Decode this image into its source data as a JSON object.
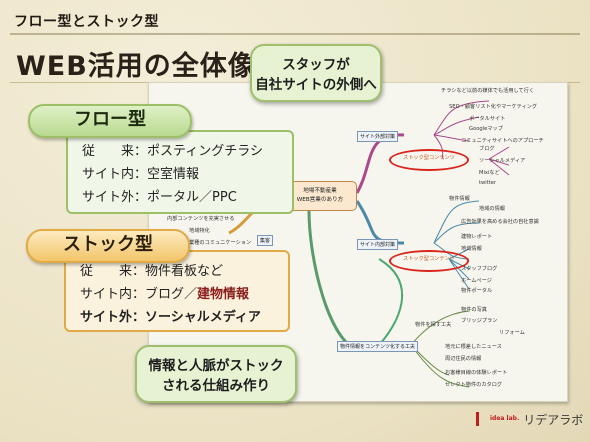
{
  "slide": {
    "label": "フロー型とストック型",
    "title": "WEB活用の全体像"
  },
  "mindmap": {
    "center": [
      "地場不動産業",
      "WEB営業のあり方"
    ],
    "branches": {
      "site_outside": "サイト外部対策",
      "site_inside": "サイト内部対策",
      "content_make": "物件情報をコンテンツ化する工夫",
      "inner_content": "内部コンテンツを充実させる",
      "content": "集客",
      "stock_content": "ストック型コンテンツ"
    },
    "top_items": [
      "チラシなど以前の媒体でも活用して行く",
      "SEO・顧客リスト化やマーケティング",
      "ポータルサイト",
      "Googleマップ",
      "コミュニティサイトへのアプローチ",
      "ブログ",
      "ソーシャルメディア",
      "Mixiなど",
      "twitter"
    ],
    "mid_items": [
      "物件情報",
      "地域の情報",
      "広告効果を高める会社の自社意識",
      "建物レポート",
      "地域情報",
      "スタッフブログ",
      "ホームページ",
      "物件ポータル"
    ],
    "bottom_items": [
      "物件を探す工夫",
      "地元に根差したニュース",
      "周辺住民の情報",
      "物件の写真",
      "ブリッジプラン",
      "リフォーム",
      "お客様目線の体験レポート",
      "セレクト物件のカタログ"
    ],
    "left_items": [
      "内部コンテンツを充実させる",
      "地域特化",
      "業種のコミュニケーション",
      "集客"
    ]
  },
  "callouts": {
    "top": [
      "スタッフが",
      "自社サイトの外側へ"
    ],
    "bottom": [
      "情報と人脈がストック",
      "される仕組み作り"
    ]
  },
  "flow": {
    "title": "フロー型",
    "rows": [
      {
        "label": "従　　来：",
        "value": "ポスティングチラシ"
      },
      {
        "label": "サイト内：",
        "value": "空室情報"
      },
      {
        "label": "サイト外：",
        "value": "ポータル／PPC"
      }
    ]
  },
  "stock": {
    "title": "ストック型",
    "rows": [
      {
        "label": "従　　来：",
        "value": "物件看板など",
        "plain": ""
      },
      {
        "label": "サイト内：",
        "plain": "ブログ／",
        "value": "建物情報"
      },
      {
        "label": "サイト外：",
        "value": "ソーシャルメディア"
      }
    ]
  },
  "logo": {
    "mark": "idea lab.",
    "text": "リデアラボ"
  },
  "colors": {
    "flow_accent": "#9cbf67",
    "stock_accent": "#e0ab47",
    "highlight_ring": "#d9241b",
    "emphasis_text": "#8a1c1c"
  }
}
